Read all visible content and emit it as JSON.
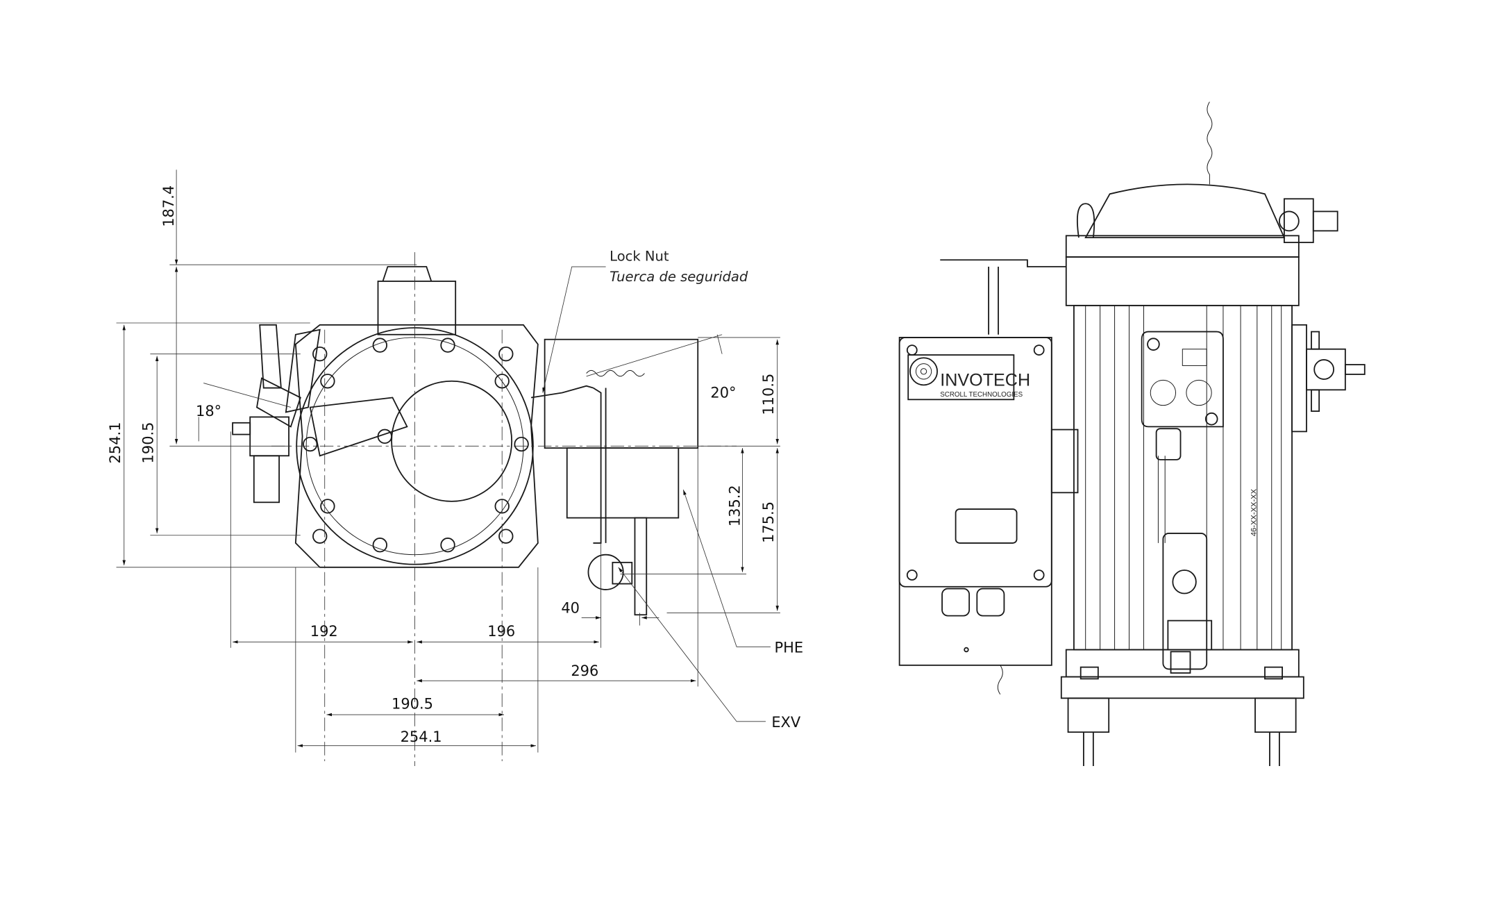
{
  "callouts": {
    "lock_nut": "Lock Nut",
    "lock_nut_es": "Tuerca de seguridad",
    "phe": "PHE",
    "exv": "EXV"
  },
  "dimensions": {
    "v_187_4": "187.4",
    "v_254_1": "254.1",
    "v_190_5": "190.5",
    "angle_18": "18°",
    "angle_20": "20°",
    "v_110_5": "110.5",
    "v_135_2": "135.2",
    "v_175_5": "175.5",
    "h_192": "192",
    "h_196": "196",
    "h_40": "40",
    "h_296": "296",
    "h_190_5": "190.5",
    "h_254_1": "254.1"
  },
  "side_view": {
    "brand": "INVOTECH",
    "brand_sub": "SCROLL TECHNOLOGIES",
    "model_code": "46-XX-XX-XX"
  }
}
